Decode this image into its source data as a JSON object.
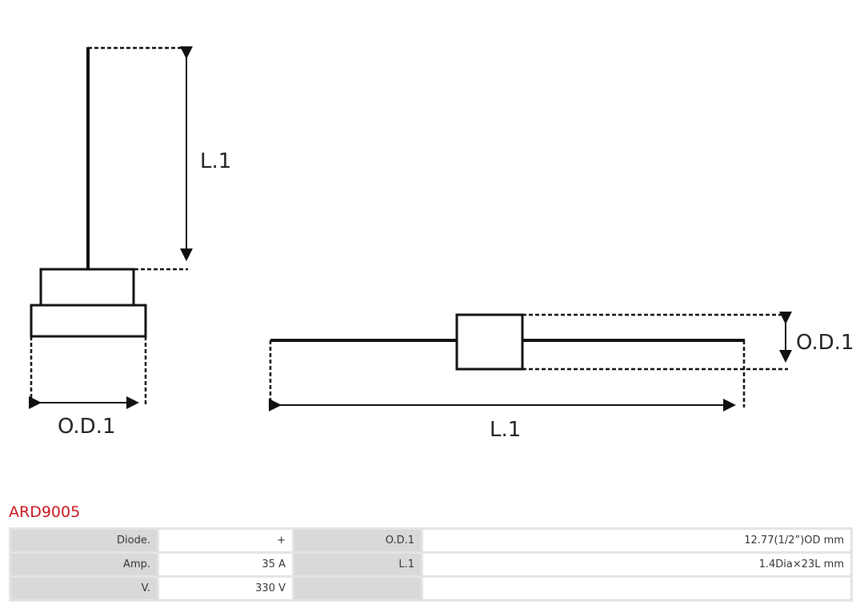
{
  "diagram": {
    "left": {
      "length_label": "L.1",
      "diameter_label": "O.D.1"
    },
    "right": {
      "length_label": "L.1",
      "diameter_label": "O.D.1"
    }
  },
  "product": {
    "title": "ARD9005"
  },
  "specs": [
    [
      {
        "label": "Diode.",
        "value": "+"
      },
      {
        "label": "O.D.1",
        "value": "12.77(1/2”)OD mm"
      }
    ],
    [
      {
        "label": "Amp.",
        "value": "35 A"
      },
      {
        "label": "L.1",
        "value": "1.4Dia×23L mm"
      }
    ],
    [
      {
        "label": "V.",
        "value": "330 V"
      },
      {
        "label": "",
        "value": ""
      }
    ]
  ]
}
